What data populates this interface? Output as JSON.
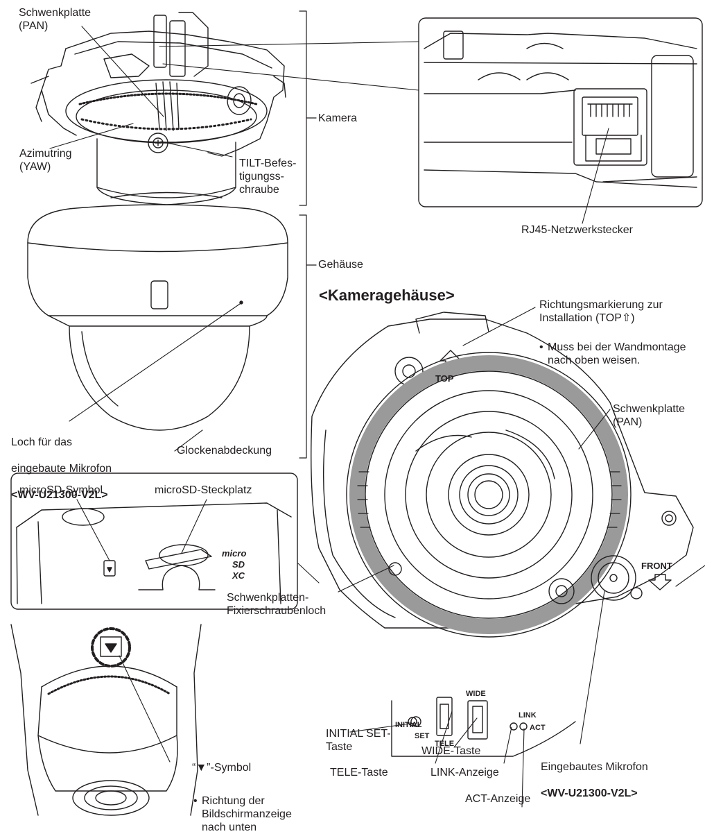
{
  "labels": {
    "schwenkplatte_top": "Schwenkplatte\n(PAN)",
    "azimutring": "Azimutring\n(YAW)",
    "tilt_screw": "TILT-Befes-\ntigungss-\nchraube",
    "kamera": "Kamera",
    "rj45": "RJ45-Netzwerkstecker",
    "gehaeuse": "Gehäuse",
    "mic_hole_line1": "Loch für das",
    "mic_hole_line2": "eingebaute Mikrofon",
    "mic_hole_model": "<WV-U21300-V2L>",
    "glockenabdeckung": "Glockenabdeckung",
    "kameragehaeuse_heading": "<Kameragehäuse>",
    "richtung": "Richtungsmarkierung zur\nInstallation (TOP⇧)",
    "richtung_note": "Muss bei der Wandmontage\nnach oben weisen.",
    "schwenkplatte_right": "Schwenkplatte\n(PAN)",
    "microsd_symbol": "microSD-Symbol",
    "microsd_slot": "microSD-Steckplatz",
    "fixier": "Schwenkplatten-\nFixierschraubenloch",
    "initial_set": "INITIAL SET-\nTaste",
    "wide": "WIDE-Taste",
    "tele": "TELE-Taste",
    "link_anzeige": "LINK-Anzeige",
    "act_anzeige": "ACT-Anzeige",
    "mikro_line1": "Eingebautes Mikrofon",
    "mikro_model": "<WV-U21300-V2L>",
    "symbol": "“▼”-Symbol",
    "symbol_note": "Richtung der\nBildschirmanzeige\nnach unten"
  },
  "marks": {
    "top": "TOP",
    "front": "FRONT",
    "wide": "WIDE",
    "tele": "TELE",
    "initial": "INITIAL",
    "set": "SET",
    "link": "LINK",
    "act": "ACT",
    "micro": "micro",
    "sd": "SD",
    "xc": "XC"
  },
  "bullet": "•"
}
